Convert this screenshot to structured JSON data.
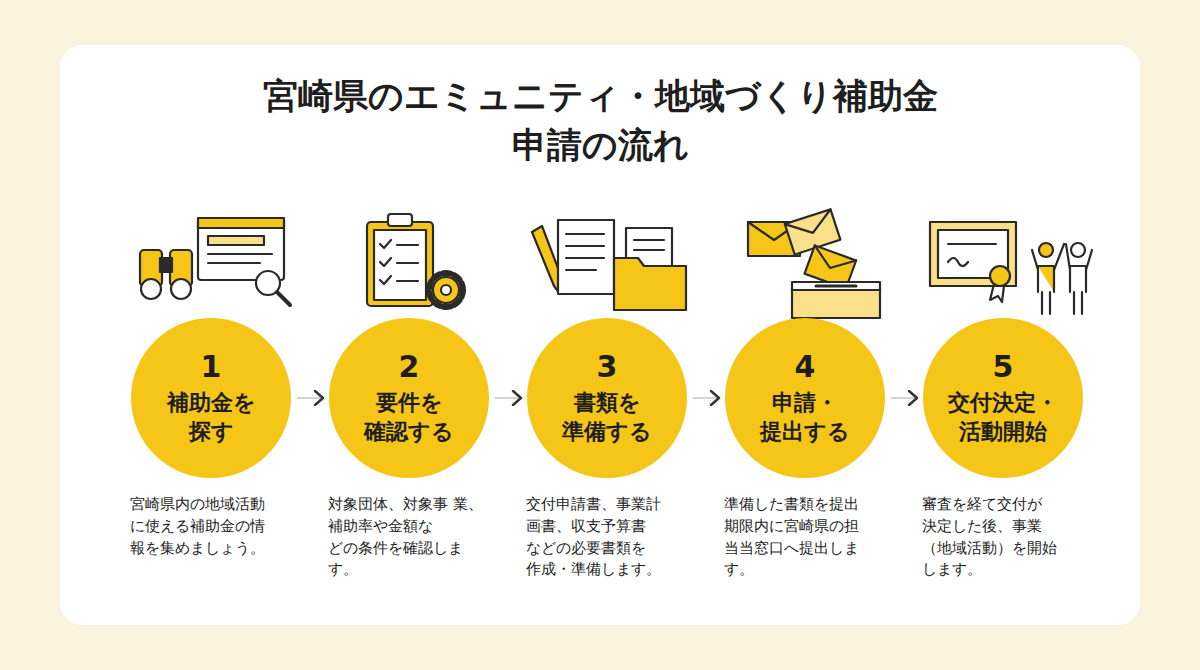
{
  "diagram": {
    "title": "宮崎県のエミュニティ・地域づくり補助金 申請の流れ",
    "nodes": [
      {
        "text": [
          "1",
          "補助金を 探す",
          "宮崎県内の地域活動 に使える補助金の情 報を集めましょう。"
        ]
      },
      {
        "text": [
          "2",
          "要件を 確認する",
          "対象団体、対象事 業、補助率や金額な どの条件を確認しま す。"
        ]
      },
      {
        "text": [
          "3",
          "書類を 準備する",
          "交付申請書、事業計 画書、収支予算書 などの必要書類を 作成・準備します。"
        ]
      },
      {
        "text": [
          "4",
          "申請・ 提出する",
          "準備した書類を提出 期限内に宮崎県の担 当当窓口へ提出しま す。"
        ]
      },
      {
        "text": [
          "5",
          "交付決定・ 活動開始",
          "審査を経て交付が 決定した後、事業 （地域活動）を開始 します。"
        ]
      }
    ],
    "edges": [
      {
        "from": 0,
        "to": 1,
        "arrow": "to"
      },
      {
        "from": 1,
        "to": 2,
        "arrow": "to"
      },
      {
        "from": 2,
        "to": 3,
        "arrow": "to"
      },
      {
        "from": 3,
        "to": 4,
        "arrow": "to"
      }
    ]
  }
}
